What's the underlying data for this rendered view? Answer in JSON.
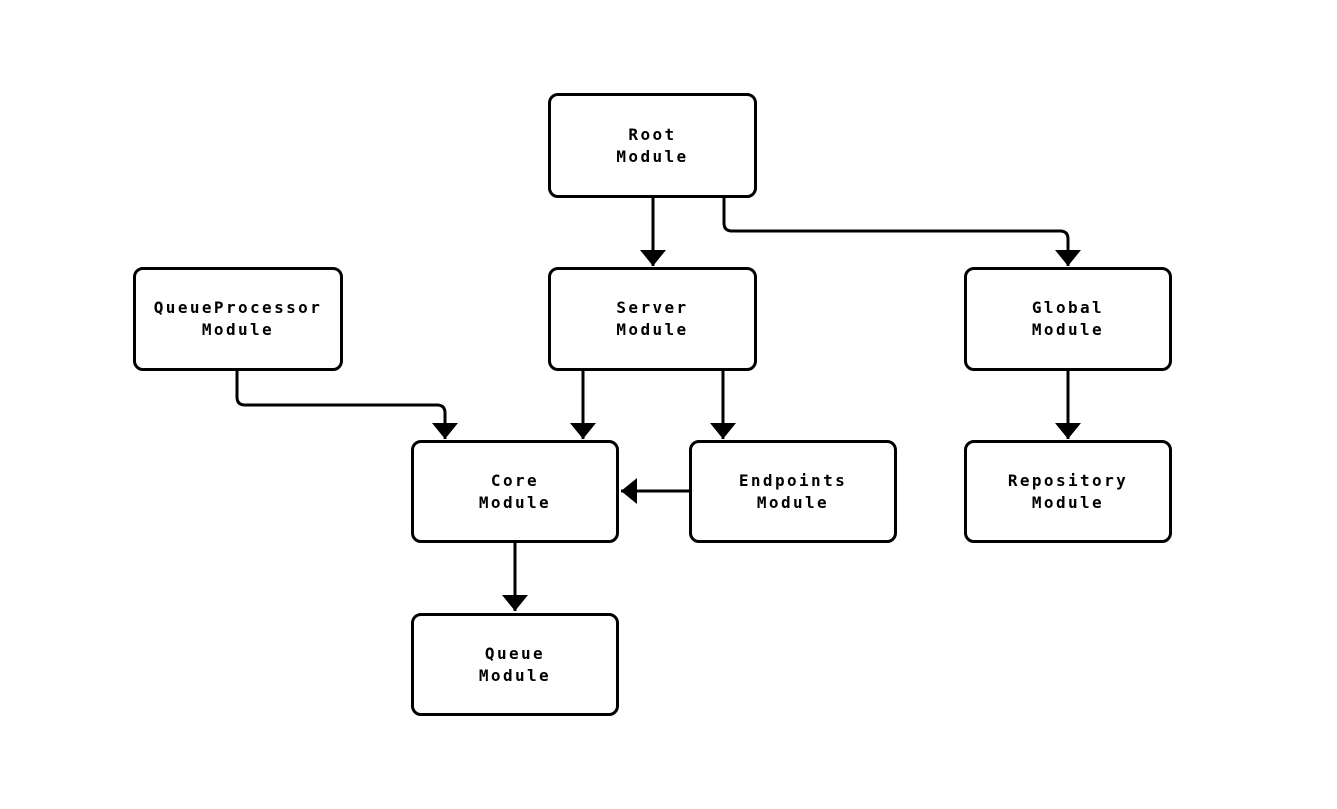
{
  "diagram": {
    "type": "module-dependency-diagram",
    "colors": {
      "background": "#ffffff",
      "node_border": "#000000",
      "node_fill": "#ffffff",
      "edge": "#000000",
      "text": "#000000"
    },
    "nodes": {
      "root": {
        "id": "root",
        "label": "Root\nModule"
      },
      "queue_processor": {
        "id": "queue_processor",
        "label": "QueueProcessor\nModule"
      },
      "server": {
        "id": "server",
        "label": "Server\nModule"
      },
      "global": {
        "id": "global",
        "label": "Global\nModule"
      },
      "core": {
        "id": "core",
        "label": "Core\nModule"
      },
      "endpoints": {
        "id": "endpoints",
        "label": "Endpoints\nModule"
      },
      "repository": {
        "id": "repository",
        "label": "Repository\nModule"
      },
      "queue": {
        "id": "queue",
        "label": "Queue\nModule"
      }
    },
    "edges": [
      {
        "from": "root",
        "to": "server"
      },
      {
        "from": "root",
        "to": "global"
      },
      {
        "from": "queue_processor",
        "to": "core"
      },
      {
        "from": "server",
        "to": "core"
      },
      {
        "from": "server",
        "to": "endpoints"
      },
      {
        "from": "endpoints",
        "to": "core"
      },
      {
        "from": "global",
        "to": "repository"
      },
      {
        "from": "core",
        "to": "queue"
      }
    ]
  }
}
